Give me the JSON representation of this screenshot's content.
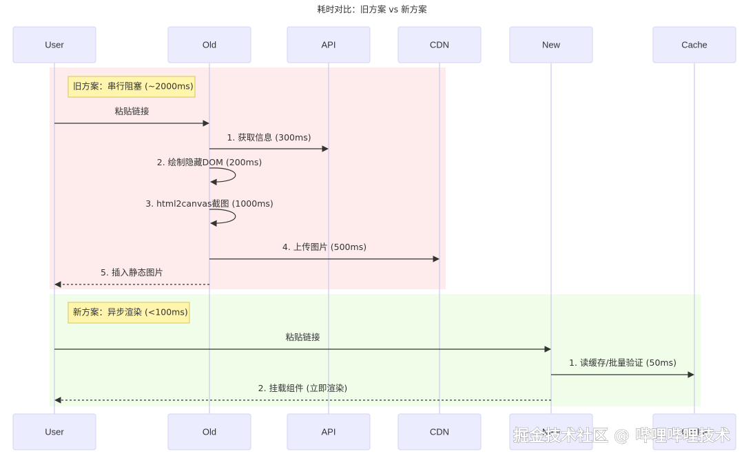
{
  "title": "耗时对比：旧方案 vs 新方案",
  "actors": [
    {
      "id": "user",
      "label": "User"
    },
    {
      "id": "old",
      "label": "Old"
    },
    {
      "id": "api",
      "label": "API"
    },
    {
      "id": "cdn",
      "label": "CDN"
    },
    {
      "id": "new",
      "label": "New"
    },
    {
      "id": "cache",
      "label": "Cache"
    }
  ],
  "sections": [
    {
      "name": "old",
      "color": "#fdeceb",
      "note": "旧方案：串行阻塞 (~2000ms)",
      "messages": [
        {
          "from": "user",
          "to": "old",
          "label": "粘贴链接",
          "style": "solid"
        },
        {
          "from": "old",
          "to": "api",
          "label": "1. 获取信息 (300ms)",
          "style": "solid"
        },
        {
          "from": "old",
          "to": "old",
          "label": "2. 绘制隐藏DOM (200ms)",
          "style": "solid"
        },
        {
          "from": "old",
          "to": "old",
          "label": "3. html2canvas截图 (1000ms)",
          "style": "solid"
        },
        {
          "from": "old",
          "to": "cdn",
          "label": "4. 上传图片 (500ms)",
          "style": "solid"
        },
        {
          "from": "old",
          "to": "user",
          "label": "5. 插入静态图片",
          "style": "dashed"
        }
      ]
    },
    {
      "name": "new",
      "color": "#effde9",
      "note": "新方案：异步渲染 (<100ms)",
      "messages": [
        {
          "from": "user",
          "to": "new",
          "label": "粘贴链接",
          "style": "solid"
        },
        {
          "from": "new",
          "to": "cache",
          "label": "1. 读缓存/批量验证 (50ms)",
          "style": "solid"
        },
        {
          "from": "new",
          "to": "user",
          "label": "2. 挂载组件 (立即渲染)",
          "style": "dashed"
        }
      ]
    }
  ],
  "watermark": "掘金技术社区 @ 哔哩哔哩技术"
}
